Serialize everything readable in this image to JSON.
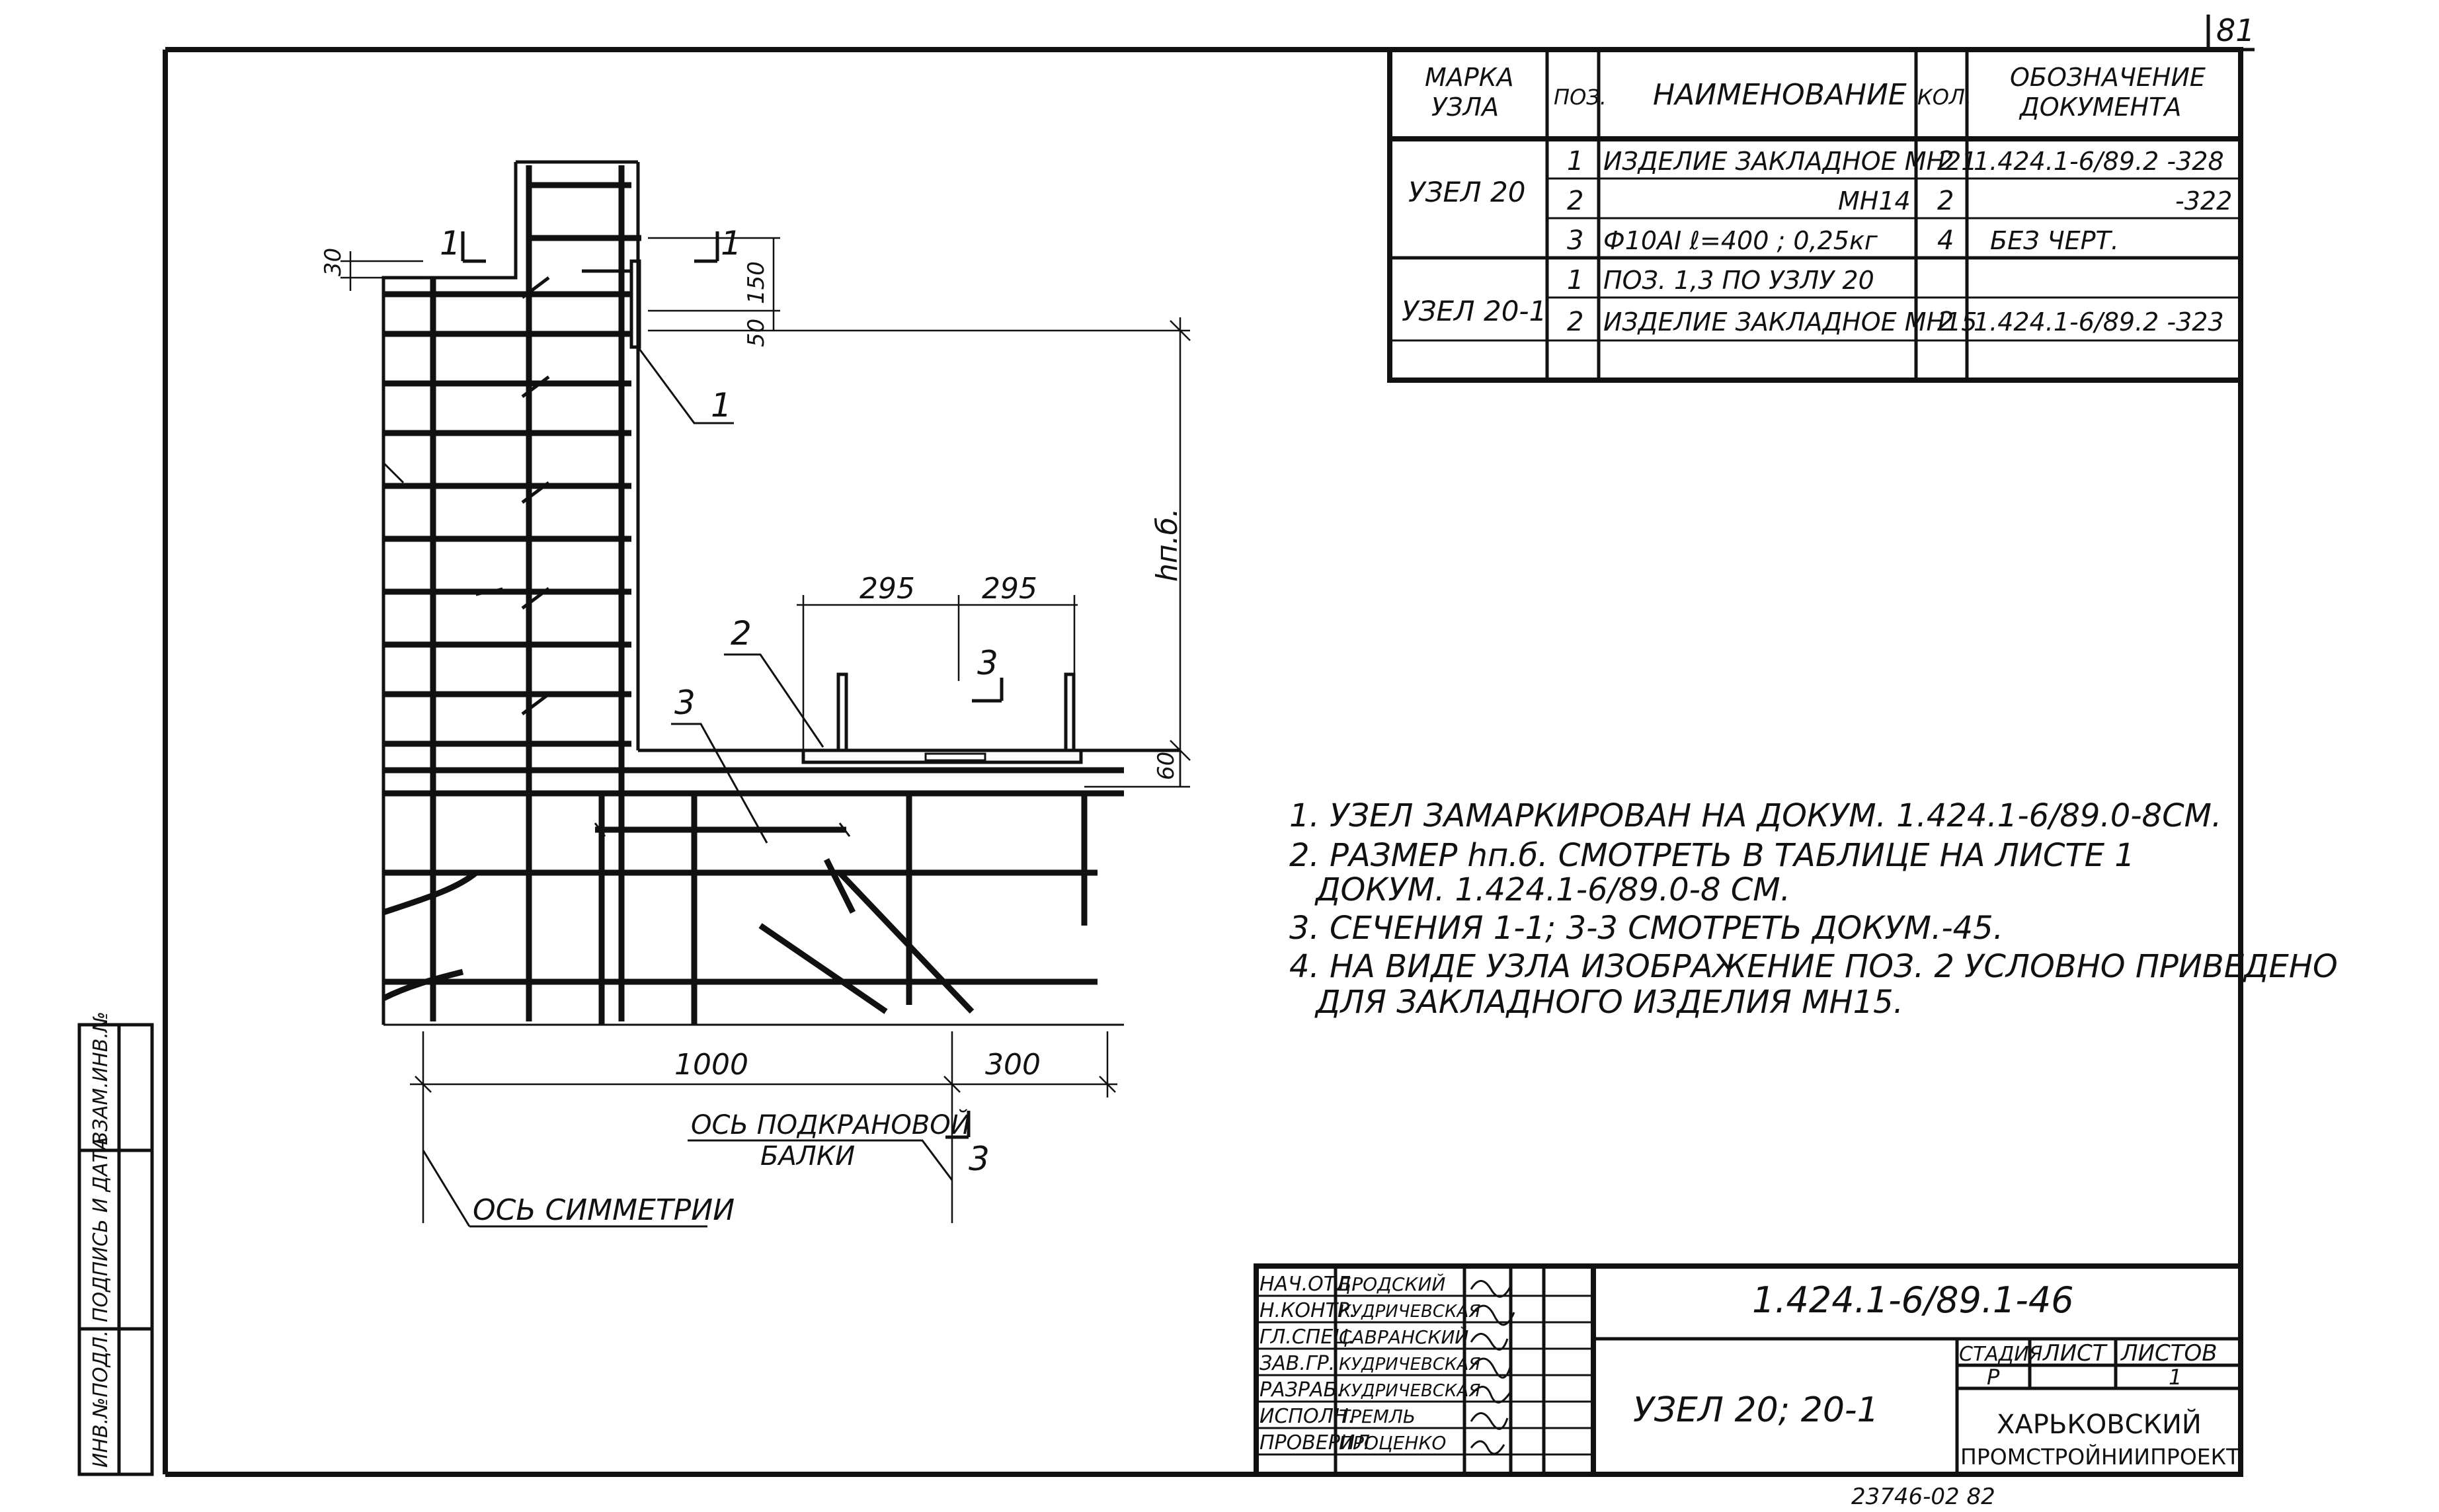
{
  "sheet": {
    "page_number": "81",
    "bottom_number": "23746-02   82"
  },
  "spec_table": {
    "headers": {
      "mark": "МАРКА УЗЛА",
      "pos": "ПОЗ.",
      "name": "НАИМЕНОВАНИЕ",
      "qty": "КОЛ.",
      "doc": "ОБОЗНАЧЕНИЕ ДОКУМЕНТА"
    },
    "rows": [
      {
        "mark": "УЗЕЛ 20",
        "pos": "1",
        "name": "ИЗДЕЛИЕ ЗАКЛАДНОЕ МН21",
        "qty": "2",
        "doc": "1.424.1-6/89.2 -328"
      },
      {
        "mark": "",
        "pos": "2",
        "name": "МН14",
        "qty": "2",
        "doc": "-322"
      },
      {
        "mark": "",
        "pos": "3",
        "name": "Ф10АI  ℓ=400 ; 0,25кг",
        "qty": "4",
        "doc": "БЕЗ ЧЕРТ."
      },
      {
        "mark": "УЗЕЛ 20-1",
        "pos": "1",
        "name": "ПОЗ. 1,3 ПО УЗЛУ 20",
        "qty": "",
        "doc": ""
      },
      {
        "mark": "",
        "pos": "2",
        "name": "ИЗДЕЛИЕ ЗАКЛАДНОЕ МН15",
        "qty": "2",
        "doc": "1.424.1-6/89.2 -323"
      }
    ]
  },
  "drawing": {
    "dims": {
      "d30": "30",
      "d150": "150",
      "d50": "50",
      "d295a": "295",
      "d295b": "295",
      "d60": "60",
      "d1000": "1000",
      "d300": "300",
      "hpb": "hп.б."
    },
    "section_labels": {
      "s1_left": "1",
      "s1_right": "1",
      "s3_top": "3",
      "s3_bottom": "3"
    },
    "callouts": {
      "c1": "1",
      "c2": "2",
      "c3": "3"
    },
    "axis_crane": "ОСЬ ПОДКРАНОВОЙ БАЛКИ",
    "axis_crane_l1": "ОСЬ ПОДКРАНОВОЙ",
    "axis_crane_l2": "БАЛКИ",
    "axis_symmetry": "ОСЬ СИММЕТРИИ"
  },
  "notes": [
    "1. УЗЕЛ ЗАМАРКИРОВАН НА ДОКУМ. 1.424.1-6/89.0-8СМ.",
    "2. РАЗМЕР hп.б. СМОТРЕТЬ В ТАБЛИЦЕ НА ЛИСТЕ 1",
    "ДОКУМ. 1.424.1-6/89.0-8 СМ.",
    "3. СЕЧЕНИЯ 1-1; 3-3 СМОТРЕТЬ ДОКУМ.-45.",
    "4. НА ВИДЕ УЗЛА ИЗОБРАЖЕНИЕ ПОЗ. 2 УСЛОВНО ПРИВЕДЕНО",
    "ДЛЯ ЗАКЛАДНОГО ИЗДЕЛИЯ МН15."
  ],
  "title_block": {
    "roles": [
      "НАЧ.ОТД.",
      "Н.КОНТР.",
      "ГЛ.СПЕЦ.",
      "ЗАВ.ГР.",
      "РАЗРАБ.",
      "ИСПОЛН.",
      "ПРОВЕРИЛ"
    ],
    "names": [
      "БРОДСКИЙ",
      "КУДРИЧЕВСКАЯ",
      "САВРАНСКИЙ",
      "КУДРИЧЕВСКАЯ",
      "КУДРИЧЕВСКАЯ",
      "ТРЕМЛЬ",
      "ПРОЦЕНКО"
    ],
    "doc_code": "1.424.1-6/89.1-46",
    "title": "УЗЕЛ 20; 20-1",
    "stage_label": "СТАДИЯ",
    "sheet_label": "ЛИСТ",
    "sheets_label": "ЛИСТОВ",
    "stage": "Р",
    "sheet": "",
    "sheets": "1",
    "org_line1": "ХАРЬКОВСКИЙ",
    "org_line2": "ПРОМСТРОЙНИИПРОЕКТ"
  },
  "side_stamp": {
    "cells": [
      "ИНВ.№ПОДЛ.",
      "ПОДПИСЬ И ДАТА",
      "ВЗАМ.ИНВ.№"
    ]
  }
}
